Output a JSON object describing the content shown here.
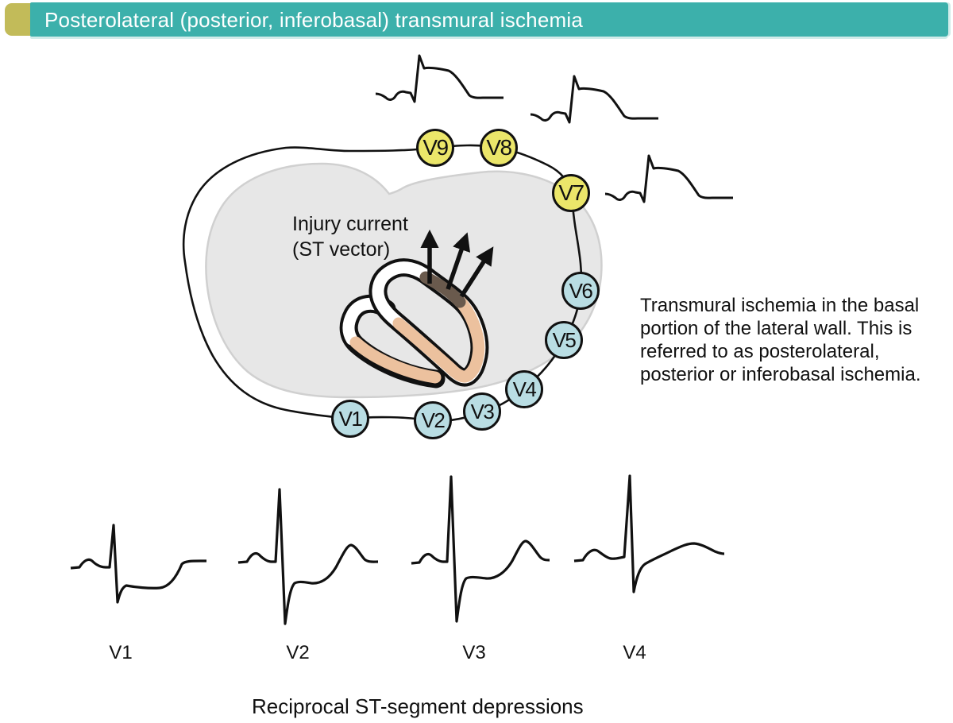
{
  "header": {
    "title": "Posterolateral (posterior, inferobasal) transmural ischemia",
    "bar_color": "#3cb0ab",
    "tab_color": "#c2bb59"
  },
  "diagram": {
    "injury_label": {
      "line1": "Injury current",
      "line2": "(ST vector)"
    },
    "electrodes": [
      {
        "label": "V1",
        "group": "precordial",
        "fill": "#b9dde3"
      },
      {
        "label": "V2",
        "group": "precordial",
        "fill": "#b9dde3"
      },
      {
        "label": "V3",
        "group": "precordial",
        "fill": "#b9dde3"
      },
      {
        "label": "V4",
        "group": "precordial",
        "fill": "#b9dde3"
      },
      {
        "label": "V5",
        "group": "precordial",
        "fill": "#b9dde3"
      },
      {
        "label": "V6",
        "group": "precordial",
        "fill": "#b9dde3"
      },
      {
        "label": "V7",
        "group": "posterior",
        "fill": "#ebe66a"
      },
      {
        "label": "V8",
        "group": "posterior",
        "fill": "#ebe66a"
      },
      {
        "label": "V9",
        "group": "posterior",
        "fill": "#ebe66a"
      }
    ],
    "description_lines": [
      "Transmural ischemia in the basal",
      "portion of the lateral wall. This is",
      "referred to as posterolateral,",
      "posterior or inferobasal ischemia."
    ],
    "colors": {
      "ischemic_segment": "#6a5a4d",
      "injured_inferior_wall": "#ecc19e",
      "body_section": "#e7e7e7",
      "outline": "#111111"
    }
  },
  "reciprocal": {
    "leads": [
      "V1",
      "V2",
      "V3",
      "V4"
    ],
    "caption": "Reciprocal ST-segment depressions"
  }
}
